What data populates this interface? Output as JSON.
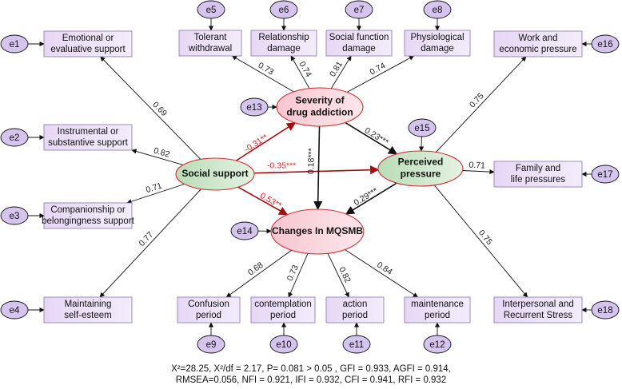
{
  "colors": {
    "indicator_fill": "#e8dcf6",
    "indicator_stroke": "#8a72b0",
    "error_fill": "#d4c4ee",
    "latent_pink": "#fbd4dc",
    "latent_green": "#cfe8cc",
    "latent_stroke": "#cc3333",
    "path_black": "#111111",
    "path_red": "#a01010",
    "coef_red": "#e02020"
  },
  "latents": [
    {
      "id": "social",
      "label": [
        "Social support"
      ],
      "color": "green",
      "icon": "ellipse"
    },
    {
      "id": "severity",
      "label": [
        "Severity of",
        "drug addiction"
      ],
      "color": "pink",
      "icon": "ellipse"
    },
    {
      "id": "perceived",
      "label": [
        "Perceived",
        "pressure"
      ],
      "color": "green",
      "icon": "ellipse"
    },
    {
      "id": "changes",
      "label": [
        "Changes In MQSMB"
      ],
      "color": "pink",
      "icon": "ellipse"
    }
  ],
  "indicators": [
    {
      "id": "ind1",
      "label": [
        "Emotional or",
        "evaluative support"
      ],
      "error": "e1",
      "loading": "0.69"
    },
    {
      "id": "ind2",
      "label": [
        "Instrumental or",
        "substantive support"
      ],
      "error": "e2",
      "loading": "0.82"
    },
    {
      "id": "ind3",
      "label": [
        "Companionship or",
        "belongingness support"
      ],
      "error": "e3",
      "loading": "0.71"
    },
    {
      "id": "ind4",
      "label": [
        "Maintaining",
        "self-esteem"
      ],
      "error": "e4",
      "loading": "0.77"
    },
    {
      "id": "ind5",
      "label": [
        "Tolerant",
        "withdrawal"
      ],
      "error": "e5",
      "loading": "0.73"
    },
    {
      "id": "ind6",
      "label": [
        "Relationship",
        "damage"
      ],
      "error": "e6",
      "loading": "0.74"
    },
    {
      "id": "ind7",
      "label": [
        "Social function",
        "damage"
      ],
      "error": "e7",
      "loading": "0.81"
    },
    {
      "id": "ind8",
      "label": [
        "Physiological",
        "damage"
      ],
      "error": "e8",
      "loading": "0.74"
    },
    {
      "id": "ind9",
      "label": [
        "Confusion",
        "period"
      ],
      "error": "e9",
      "loading": "0.68"
    },
    {
      "id": "ind10",
      "label": [
        "contemplation",
        "period"
      ],
      "error": "e10",
      "loading": "0.73"
    },
    {
      "id": "ind11",
      "label": [
        "action",
        "period"
      ],
      "error": "e11",
      "loading": "0.82"
    },
    {
      "id": "ind12",
      "label": [
        "maintenance",
        "period"
      ],
      "error": "e12",
      "loading": "0.84"
    },
    {
      "id": "ind16",
      "label": [
        "Work and",
        "economic pressure"
      ],
      "error": "e16",
      "loading": "0.75"
    },
    {
      "id": "ind17",
      "label": [
        "Family and",
        "life pressures"
      ],
      "error": "e17",
      "loading": "0.71"
    },
    {
      "id": "ind18",
      "label": [
        "Interpersonal and",
        "Recurrent Stress"
      ],
      "error": "e18",
      "loading": "0.75"
    }
  ],
  "latent_errors": [
    {
      "id": "e13",
      "label": "e13"
    },
    {
      "id": "e14",
      "label": "e14"
    },
    {
      "id": "e15",
      "label": "e15"
    }
  ],
  "structural_paths": [
    {
      "from": "social",
      "to": "severity",
      "coef": "-0.31**",
      "color": "red"
    },
    {
      "from": "social",
      "to": "perceived",
      "coef": "-0.35***",
      "color": "red"
    },
    {
      "from": "social",
      "to": "changes",
      "coef": "0.53**",
      "color": "red"
    },
    {
      "from": "severity",
      "to": "changes",
      "coef": "0.18***",
      "color": "black"
    },
    {
      "from": "severity",
      "to": "perceived",
      "coef": "0.23***",
      "color": "black"
    },
    {
      "from": "perceived",
      "to": "changes",
      "coef": "0.29***",
      "color": "black"
    }
  ],
  "fit_indices": {
    "line1": "X²=28.25, X²/df = 2.17, P= 0.081 > 0.05 , GFI = 0.933,   AGFI = 0.914,",
    "line2": "RMSEA=0.056,   NFI = 0.921,   IFI = 0.932,   CFI = 0.941,   RFI = 0.932"
  }
}
